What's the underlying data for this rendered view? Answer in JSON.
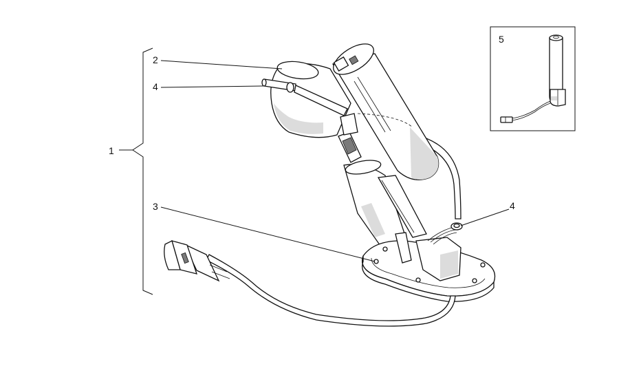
{
  "callouts": {
    "c1": "1",
    "c2": "2",
    "c3": "3",
    "c4_upper": "4",
    "c4_right": "4",
    "c5": "5"
  },
  "icons": {
    "main_assembly": "fuel-pump-assembly-icon",
    "inset_part": "fuel-level-sensor-icon"
  }
}
